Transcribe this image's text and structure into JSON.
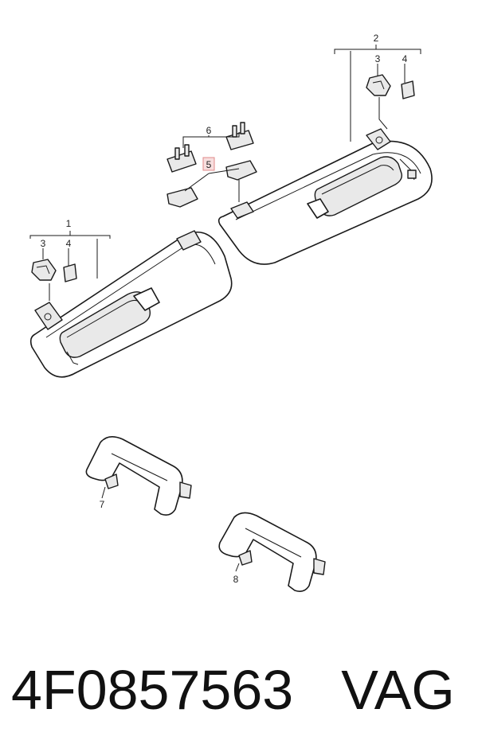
{
  "callouts": {
    "c1": "1",
    "c2": "2",
    "c3_left": "3",
    "c4_left": "4",
    "c3_right": "3",
    "c4_right": "4",
    "c5": "5",
    "c6": "6",
    "c7": "7",
    "c8": "8"
  },
  "caption": {
    "part_number": "4F0857563",
    "brand": "VAG"
  },
  "colors": {
    "line": "#1a1a1a",
    "highlight": "#e08a8a"
  }
}
